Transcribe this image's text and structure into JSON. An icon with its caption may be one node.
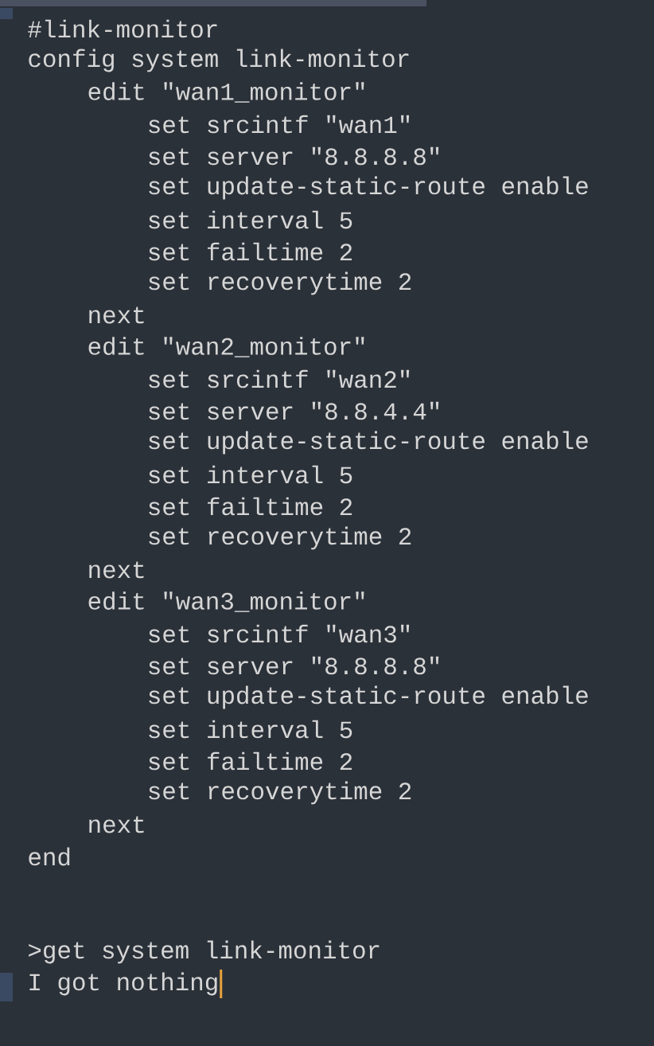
{
  "diagram": {
    "labels": [
      "#link-monitor",
      "config system link-monitor",
      "edit \"wan1_monitor\"",
      "set srcintf \"wan1\"",
      "set server \"8.8.8.8\"",
      "set update-static-route enable",
      "set interval 5",
      "set failtime 2",
      "set recoverytime 2",
      "next",
      "edit \"wan2_monitor\"",
      "set srcintf \"wan2\"",
      "set server \"8.8.4.4\"",
      "set update-static-route enable",
      "set interval 5",
      "set failtime 2",
      "set recoverytime 2",
      "next",
      "edit \"wan3_monitor\"",
      "set srcintf \"wan3\"",
      "set server \"8.8.8.8\"",
      "set update-static-route enable",
      "set interval 5",
      "set failtime 2",
      "set recoverytime 2",
      "next",
      "end",
      ">get system link-monitor",
      "I got nothing"
    ]
  }
}
